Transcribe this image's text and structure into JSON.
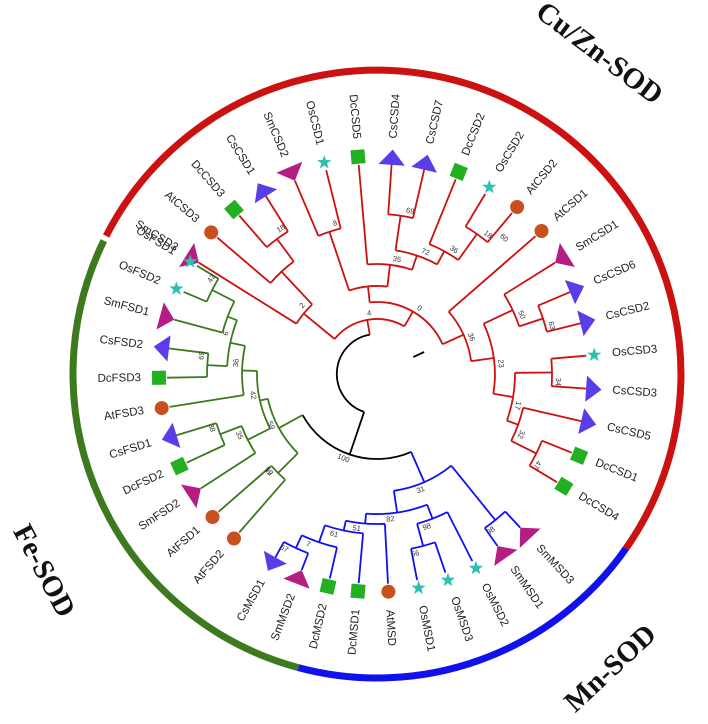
{
  "title": "",
  "colors": {
    "cu_zn": "#cc1111",
    "mn": "#1111ee",
    "fe": "#3d7a1e",
    "root": "#000000",
    "At": "#c8501e",
    "Sm": "#b41e82",
    "Os": "#2cc0b0",
    "Cs": "#5a3de8",
    "Dc": "#22b022"
  },
  "groups": [
    {
      "id": "cu_zn",
      "label": "Cu/Zn-SOD"
    },
    {
      "id": "mn",
      "label": "Mn-SOD"
    },
    {
      "id": "fe",
      "label": "Fe-SOD"
    }
  ],
  "leaves": [
    {
      "name": "SmCSD3",
      "group": "cu_zn",
      "species": "Sm",
      "shape": "triangle"
    },
    {
      "name": "AtCSD3",
      "group": "cu_zn",
      "species": "At",
      "shape": "circle"
    },
    {
      "name": "DcCSD3",
      "group": "cu_zn",
      "species": "Dc",
      "shape": "square"
    },
    {
      "name": "CsCSD1",
      "group": "cu_zn",
      "species": "Cs",
      "shape": "arrow"
    },
    {
      "name": "SmCSD2",
      "group": "cu_zn",
      "species": "Sm",
      "shape": "triangle"
    },
    {
      "name": "OsCSD1",
      "group": "cu_zn",
      "species": "Os",
      "shape": "star"
    },
    {
      "name": "DcCSD5",
      "group": "cu_zn",
      "species": "Dc",
      "shape": "square"
    },
    {
      "name": "CsCSD4",
      "group": "cu_zn",
      "species": "Cs",
      "shape": "arrow"
    },
    {
      "name": "CsCSD7",
      "group": "cu_zn",
      "species": "Cs",
      "shape": "arrow"
    },
    {
      "name": "DcCSD2",
      "group": "cu_zn",
      "species": "Dc",
      "shape": "square"
    },
    {
      "name": "OsCSD2",
      "group": "cu_zn",
      "species": "Os",
      "shape": "star"
    },
    {
      "name": "AtCSD2",
      "group": "cu_zn",
      "species": "At",
      "shape": "circle"
    },
    {
      "name": "AtCSD1",
      "group": "cu_zn",
      "species": "At",
      "shape": "circle"
    },
    {
      "name": "SmCSD1",
      "group": "cu_zn",
      "species": "Sm",
      "shape": "triangle"
    },
    {
      "name": "CsCSD6",
      "group": "cu_zn",
      "species": "Cs",
      "shape": "arrow"
    },
    {
      "name": "CsCSD2",
      "group": "cu_zn",
      "species": "Cs",
      "shape": "arrow"
    },
    {
      "name": "OsCSD3",
      "group": "cu_zn",
      "species": "Os",
      "shape": "star"
    },
    {
      "name": "CsCSD3",
      "group": "cu_zn",
      "species": "Cs",
      "shape": "arrow"
    },
    {
      "name": "CsCSD5",
      "group": "cu_zn",
      "species": "Cs",
      "shape": "arrow"
    },
    {
      "name": "DcCSD1",
      "group": "cu_zn",
      "species": "Dc",
      "shape": "square"
    },
    {
      "name": "DcCSD4",
      "group": "cu_zn",
      "species": "Dc",
      "shape": "square"
    },
    {
      "name": "SmMSD3",
      "group": "mn",
      "species": "Sm",
      "shape": "triangle"
    },
    {
      "name": "SmMSD1",
      "group": "mn",
      "species": "Sm",
      "shape": "triangle"
    },
    {
      "name": "OsMSD2",
      "group": "mn",
      "species": "Os",
      "shape": "star"
    },
    {
      "name": "OsMSD3",
      "group": "mn",
      "species": "Os",
      "shape": "star"
    },
    {
      "name": "OsMSD1",
      "group": "mn",
      "species": "Os",
      "shape": "star"
    },
    {
      "name": "AtMSD",
      "group": "mn",
      "species": "At",
      "shape": "circle"
    },
    {
      "name": "DcMSD1",
      "group": "mn",
      "species": "Dc",
      "shape": "square"
    },
    {
      "name": "DcMSD2",
      "group": "mn",
      "species": "Dc",
      "shape": "square"
    },
    {
      "name": "SmMSD2",
      "group": "mn",
      "species": "Sm",
      "shape": "triangle"
    },
    {
      "name": "CsMSD1",
      "group": "mn",
      "species": "Cs",
      "shape": "arrow"
    },
    {
      "name": "AtFSD2",
      "group": "fe",
      "species": "At",
      "shape": "circle"
    },
    {
      "name": "AtFSD1",
      "group": "fe",
      "species": "At",
      "shape": "circle"
    },
    {
      "name": "SmFSD2",
      "group": "fe",
      "species": "Sm",
      "shape": "triangle"
    },
    {
      "name": "DcFSD2",
      "group": "fe",
      "species": "Dc",
      "shape": "square"
    },
    {
      "name": "CsFSD1",
      "group": "fe",
      "species": "Cs",
      "shape": "arrow"
    },
    {
      "name": "AtFSD3",
      "group": "fe",
      "species": "At",
      "shape": "circle"
    },
    {
      "name": "DcFSD3",
      "group": "fe",
      "species": "Dc",
      "shape": "square"
    },
    {
      "name": "CsFSD2",
      "group": "fe",
      "species": "Cs",
      "shape": "arrow"
    },
    {
      "name": "SmFSD1",
      "group": "fe",
      "species": "Sm",
      "shape": "triangle"
    },
    {
      "name": "OsFSD2",
      "group": "fe",
      "species": "Os",
      "shape": "star"
    },
    {
      "name": "OsFSD1",
      "group": "fe",
      "species": "Os",
      "shape": "star"
    }
  ],
  "bootstrap": [
    {
      "id": "b_root",
      "value": "100"
    },
    {
      "id": "b_mn",
      "value": "31"
    },
    {
      "id": "b_fe",
      "value": "59"
    },
    {
      "id": "b_cuzn",
      "value": "4"
    },
    {
      "id": "b_cuzn_a",
      "value": "2"
    },
    {
      "id": "b_cuzn_b",
      "value": "0"
    },
    {
      "id": "b_dccsd3",
      "value": "18"
    },
    {
      "id": "b_sm_os1",
      "value": "8"
    },
    {
      "id": "b_cc",
      "value": "35"
    },
    {
      "id": "b_dcsd5",
      "value": "72"
    },
    {
      "id": "b_cs47",
      "value": "69"
    },
    {
      "id": "b_dc2",
      "value": "36"
    },
    {
      "id": "b_os2",
      "value": "18"
    },
    {
      "id": "b_atcsd2",
      "value": "60"
    },
    {
      "id": "b_big",
      "value": "36"
    },
    {
      "id": "b_rb",
      "value": "23"
    },
    {
      "id": "b_sm1",
      "value": "50"
    },
    {
      "id": "b_cs62",
      "value": "63"
    },
    {
      "id": "b_os3",
      "value": "34"
    },
    {
      "id": "b_r17",
      "value": "17"
    },
    {
      "id": "b_r32",
      "value": "32"
    },
    {
      "id": "b_dc14",
      "value": "47"
    },
    {
      "id": "b_mn_sm",
      "value": "98"
    },
    {
      "id": "b_mn_b",
      "value": "82"
    },
    {
      "id": "b_os",
      "value": "98"
    },
    {
      "id": "b_os13",
      "value": "56"
    },
    {
      "id": "b_mn_c",
      "value": "51"
    },
    {
      "id": "b_dcm",
      "value": "61"
    },
    {
      "id": "b_dcm2",
      "value": "7"
    },
    {
      "id": "b_cs_sm",
      "value": "57"
    },
    {
      "id": "b_fe_a",
      "value": "92"
    },
    {
      "id": "b_fe_b",
      "value": "42"
    },
    {
      "id": "b_fe_c",
      "value": "36"
    },
    {
      "id": "b_fe_d",
      "value": "6"
    },
    {
      "id": "b_os_f",
      "value": "42"
    },
    {
      "id": "b_cs2",
      "value": "69"
    },
    {
      "id": "b_at_f",
      "value": "19"
    },
    {
      "id": "b_sm2",
      "value": "35"
    },
    {
      "id": "b_cs1",
      "value": "38"
    }
  ]
}
